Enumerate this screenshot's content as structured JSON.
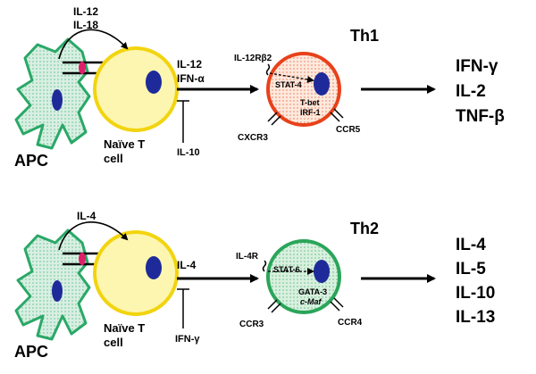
{
  "colors": {
    "apc_fill": "#d8efe2",
    "apc_stroke": "#2aa867",
    "naive_fill": "#fdf6b0",
    "naive_stroke": "#f2d40f",
    "th1_fill": "#fde9dd",
    "th1_stroke": "#e8411a",
    "th2_fill": "#d9f0df",
    "th2_stroke": "#2aa559",
    "nucleus": "#1f2a9a",
    "receptor": "#e01f6a"
  },
  "th1": {
    "title": "Th1",
    "stimulus_top": "IL-12",
    "stimulus_bottom": "IL-18",
    "apc_label": "APC",
    "naive_line1": "Naïve T",
    "naive_line2": "cell",
    "inducer_line1": "IL-12",
    "inducer_line2": "IFN-α",
    "inhibitor": "IL-10",
    "receptor": "IL-12Rβ2",
    "signal": "STAT-4",
    "tf_line1": "T-bet",
    "tf_line2": "IRF-1",
    "chemokine_left": "CXCR3",
    "chemokine_right": "CCR5",
    "cytokines": [
      "IFN-γ",
      "IL-2",
      "TNF-β"
    ]
  },
  "th2": {
    "title": "Th2",
    "stimulus_top": "IL-4",
    "apc_label": "APC",
    "naive_line1": "Naïve T",
    "naive_line2": "cell",
    "inducer_line1": "IL-4",
    "inhibitor": "IFN-γ",
    "receptor": "IL-4R",
    "signal": "STAT-6",
    "tf_line1": "GATA-3",
    "tf_line2": "c-Maf",
    "chemokine_left": "CCR3",
    "chemokine_right": "CCR4",
    "cytokines": [
      "IL-4",
      "IL-5",
      "IL-10",
      "IL-13"
    ]
  }
}
